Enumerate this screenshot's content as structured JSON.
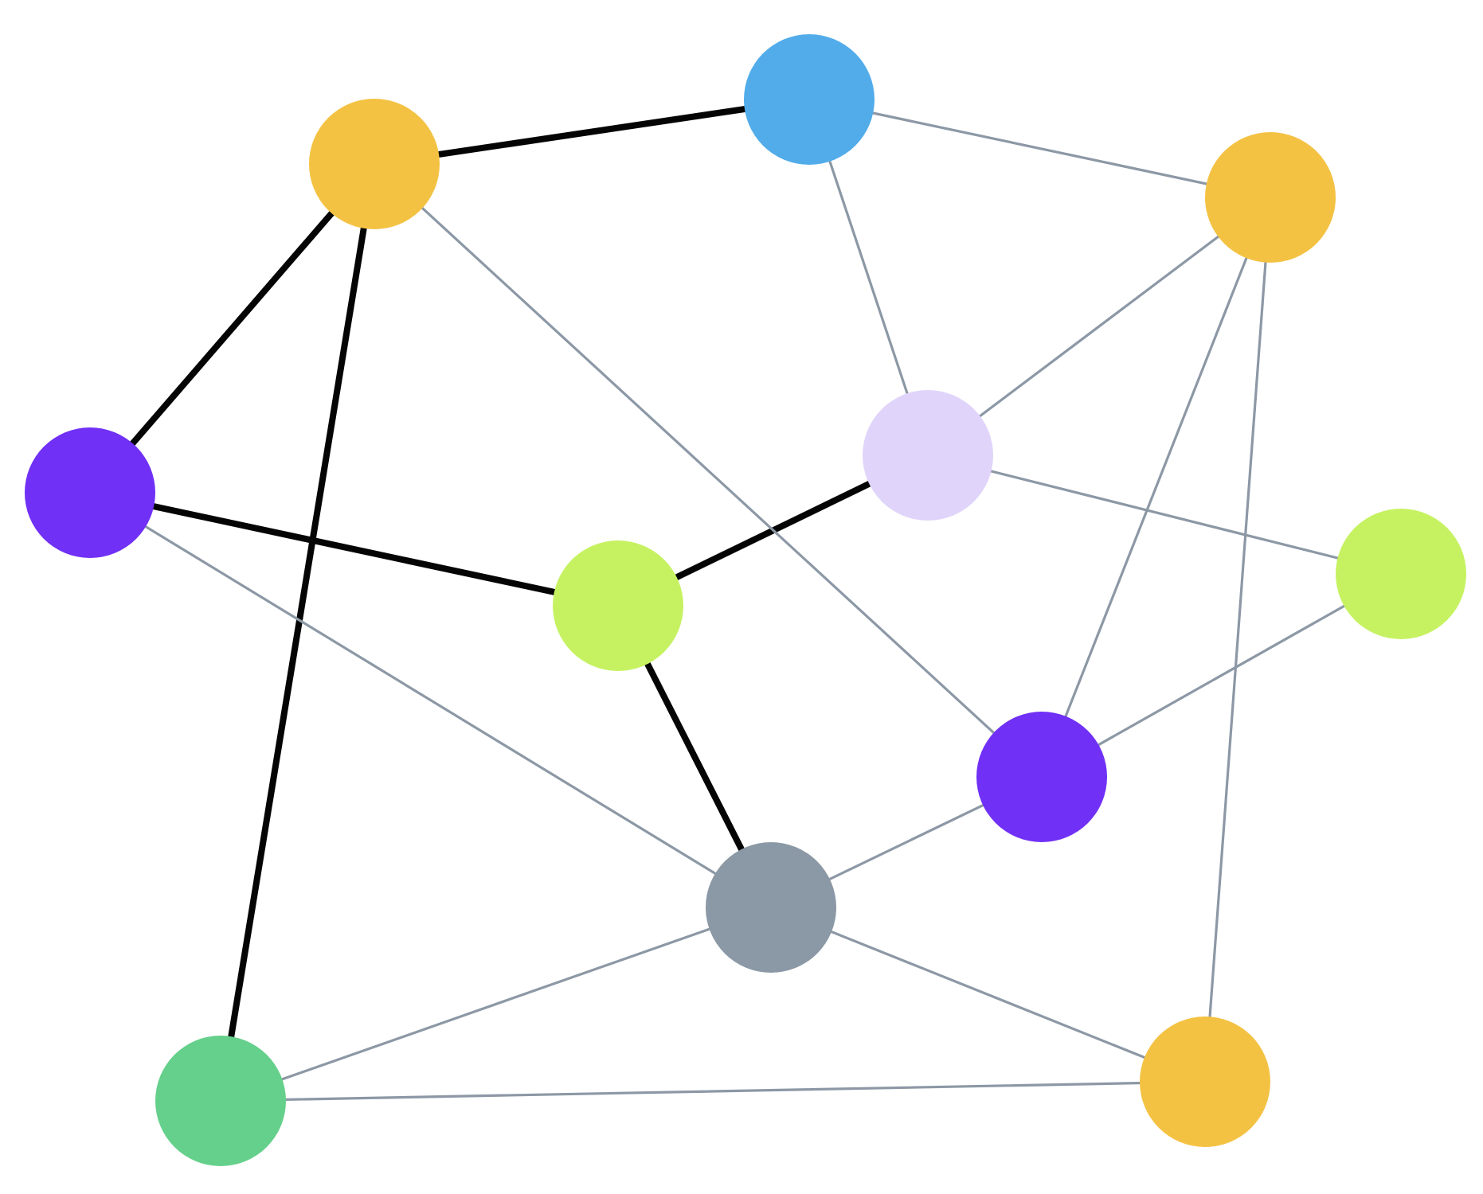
{
  "colors": {
    "background": "#ffffff",
    "edge_thin": "#8c98a5",
    "edge_bold": "#050505"
  },
  "nodes": [
    {
      "id": "n1",
      "color": "#f4c243"
    },
    {
      "id": "n2",
      "color": "#52acea"
    },
    {
      "id": "n3",
      "color": "#f4c243"
    },
    {
      "id": "n4",
      "color": "#7030f5"
    },
    {
      "id": "n5",
      "color": "#e0d4fa"
    },
    {
      "id": "n6",
      "color": "#c6f262"
    },
    {
      "id": "n7",
      "color": "#c6f262"
    },
    {
      "id": "n8",
      "color": "#7030f5"
    },
    {
      "id": "n9",
      "color": "#8b98a5"
    },
    {
      "id": "n10",
      "color": "#65d08b"
    },
    {
      "id": "n11",
      "color": "#f4c243"
    }
  ],
  "edges": [
    {
      "source": "n1",
      "target": "n2",
      "style": "bold"
    },
    {
      "source": "n1",
      "target": "n4",
      "style": "bold"
    },
    {
      "source": "n1",
      "target": "n10",
      "style": "bold"
    },
    {
      "source": "n4",
      "target": "n6",
      "style": "bold"
    },
    {
      "source": "n6",
      "target": "n5",
      "style": "bold"
    },
    {
      "source": "n6",
      "target": "n9",
      "style": "bold"
    },
    {
      "source": "n1",
      "target": "n8",
      "style": "thin"
    },
    {
      "source": "n2",
      "target": "n3",
      "style": "thin"
    },
    {
      "source": "n2",
      "target": "n5",
      "style": "thin"
    },
    {
      "source": "n3",
      "target": "n5",
      "style": "thin"
    },
    {
      "source": "n3",
      "target": "n8",
      "style": "thin"
    },
    {
      "source": "n3",
      "target": "n11",
      "style": "thin"
    },
    {
      "source": "n5",
      "target": "n7",
      "style": "thin"
    },
    {
      "source": "n7",
      "target": "n8",
      "style": "thin"
    },
    {
      "source": "n4",
      "target": "n9",
      "style": "thin"
    },
    {
      "source": "n8",
      "target": "n9",
      "style": "thin"
    },
    {
      "source": "n9",
      "target": "n10",
      "style": "thin"
    },
    {
      "source": "n9",
      "target": "n11",
      "style": "thin"
    },
    {
      "source": "n10",
      "target": "n11",
      "style": "thin"
    }
  ]
}
